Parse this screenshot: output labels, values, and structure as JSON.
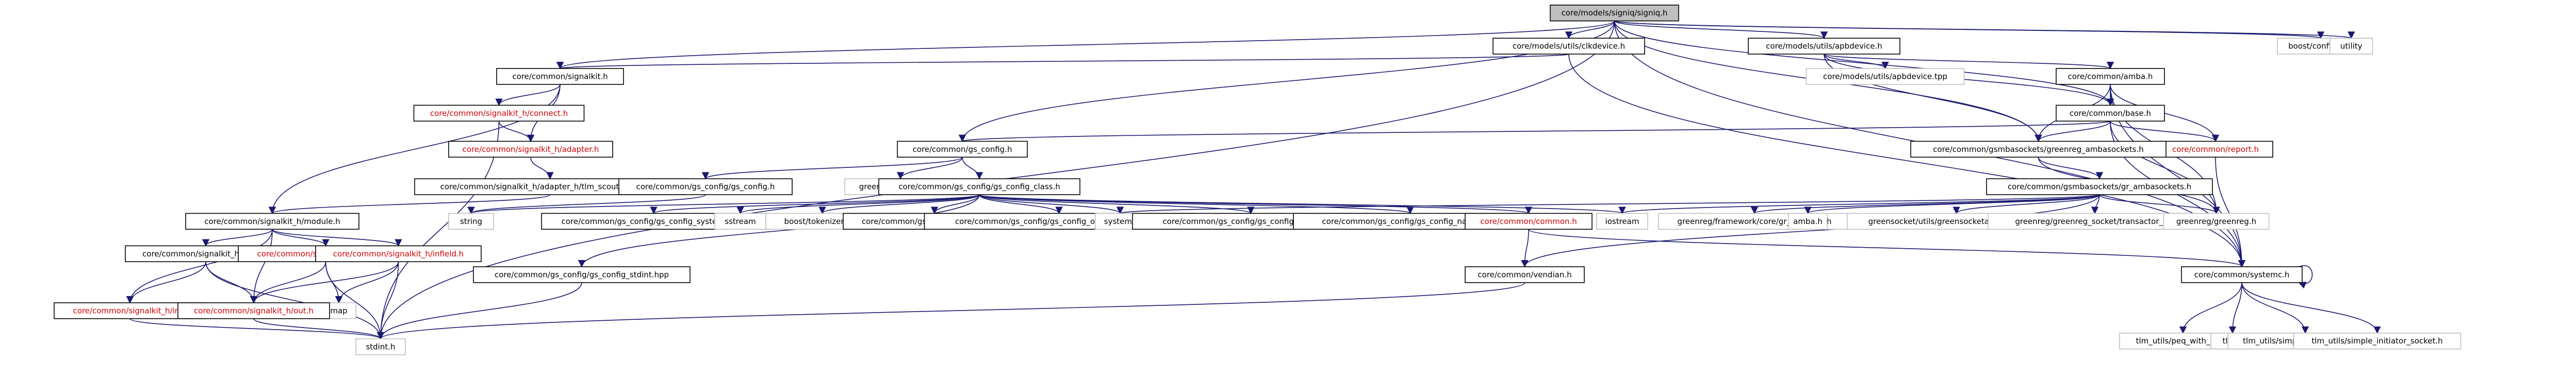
{
  "graph": {
    "root": "core/models/signiq/signiq.h",
    "nodes": [
      {
        "id": "root",
        "label": "core/models/signiq/signiq.h",
        "kind": "root"
      },
      {
        "id": "boostcfg",
        "label": "boost/config.hpp",
        "kind": "external"
      },
      {
        "id": "utility",
        "label": "utility",
        "kind": "external"
      },
      {
        "id": "clkdevice",
        "label": "core/models/utils/clkdevice.h",
        "kind": "normal"
      },
      {
        "id": "apbdevice",
        "label": "core/models/utils/apbdevice.h",
        "kind": "normal"
      },
      {
        "id": "apbdevicetpp",
        "label": "core/models/utils/apbdevice.tpp",
        "kind": "external"
      },
      {
        "id": "signalkit",
        "label": "core/common/signalkit.h",
        "kind": "normal"
      },
      {
        "id": "amba",
        "label": "core/common/amba.h",
        "kind": "normal"
      },
      {
        "id": "skconnect",
        "label": "core/common/signalkit_h/connect.h",
        "kind": "missing"
      },
      {
        "id": "skadapter",
        "label": "core/common/signalkit_h/adapter.h",
        "kind": "missing"
      },
      {
        "id": "base",
        "label": "core/common/base.h",
        "kind": "normal"
      },
      {
        "id": "gsconfig",
        "label": "core/common/gs_config.h",
        "kind": "normal"
      },
      {
        "id": "report",
        "label": "core/common/report.h",
        "kind": "missing"
      },
      {
        "id": "greenamba",
        "label": "core/common/gsmbasockets/greenreg_ambasockets.h",
        "kind": "normal"
      },
      {
        "id": "tlmadapter",
        "label": "core/common/signalkit_h/adapter_h/tlm_scout_adapter.h",
        "kind": "normal"
      },
      {
        "id": "gsconfigf",
        "label": "core/common/gs_config/gs_config.h",
        "kind": "normal"
      },
      {
        "id": "greencontrol",
        "label": "greencontrol/config.h",
        "kind": "external"
      },
      {
        "id": "gsconfigclass",
        "label": "core/common/gs_config/gs_config_class.h",
        "kind": "normal"
      },
      {
        "id": "grambasockets",
        "label": "core/common/gsmbasockets/gr_ambasockets.h",
        "kind": "normal"
      },
      {
        "id": "skmodule",
        "label": "core/common/signalkit_h/module.h",
        "kind": "normal"
      },
      {
        "id": "string",
        "label": "string",
        "kind": "external"
      },
      {
        "id": "gsconfigsystemc",
        "label": "core/common/gs_config/gs_config_systemc.hpp",
        "kind": "normal"
      },
      {
        "id": "sstream",
        "label": "sstream",
        "kind": "external"
      },
      {
        "id": "boosttokenizer",
        "label": "boost/tokenizer.hpp",
        "kind": "external"
      },
      {
        "id": "gsconfigt",
        "label": "core/common/gs_config/gs_config_t.h",
        "kind": "normal"
      },
      {
        "id": "gsconfigopmacros",
        "label": "core/common/gs_config/gs_config_operator_macros.h",
        "kind": "normal"
      },
      {
        "id": "systemc",
        "label": "systemc",
        "kind": "external"
      },
      {
        "id": "gsconfigdelegate",
        "label": "core/common/gs_config/gs_config_delegate.h",
        "kind": "normal"
      },
      {
        "id": "gsconfignative",
        "label": "core/common/gs_config/gs_config_native.hpp",
        "kind": "normal"
      },
      {
        "id": "common",
        "label": "core/common/common.h",
        "kind": "missing"
      },
      {
        "id": "iostream",
        "label": "iostream",
        "kind": "external"
      },
      {
        "id": "grcommon",
        "label": "greenreg/framework/core/gr_common.h",
        "kind": "external"
      },
      {
        "id": "ambah",
        "label": "amba.h",
        "kind": "external"
      },
      {
        "id": "greensocket",
        "label": "greensocket/utils/greensocketaddress_base.h",
        "kind": "external"
      },
      {
        "id": "greenregtl",
        "label": "greenreg/greenreg_socket/transactor_if.h",
        "kind": "external"
      },
      {
        "id": "greenreg",
        "label": "greenreg/greenreg.h",
        "kind": "external"
      },
      {
        "id": "skinput",
        "label": "core/common/signalkit_h/input.h",
        "kind": "normal"
      },
      {
        "id": "skselector",
        "label": "core/common/signalkit_h/selector.h",
        "kind": "missing"
      },
      {
        "id": "skinfield",
        "label": "core/common/signalkit_h/infield.h",
        "kind": "missing"
      },
      {
        "id": "gsconfigstdint",
        "label": "core/common/gs_config/gs_config_stdint.hpp",
        "kind": "normal"
      },
      {
        "id": "vendian",
        "label": "core/common/vendian.h",
        "kind": "normal"
      },
      {
        "id": "systemch",
        "label": "core/common/systemc.h",
        "kind": "normal"
      },
      {
        "id": "map",
        "label": "map",
        "kind": "external"
      },
      {
        "id": "skin",
        "label": "core/common/signalkit_h/in.h",
        "kind": "missing"
      },
      {
        "id": "skout",
        "label": "core/common/signalkit_h/out.h",
        "kind": "missing"
      },
      {
        "id": "stdint",
        "label": "stdint.h",
        "kind": "external"
      },
      {
        "id": "tlmpeq",
        "label": "tlm_utils/peq_with_get.h",
        "kind": "external"
      },
      {
        "id": "tlmh",
        "label": "tlm.h",
        "kind": "external"
      },
      {
        "id": "tlmsimpletarget",
        "label": "tlm_utils/simple_target_socket.h",
        "kind": "external"
      },
      {
        "id": "tlmsimpleinit",
        "label": "tlm_utils/simple_initiator_socket.h",
        "kind": "external"
      }
    ],
    "edges": [
      [
        "root",
        "clkdevice"
      ],
      [
        "root",
        "apbdevice"
      ],
      [
        "root",
        "boostcfg"
      ],
      [
        "root",
        "utility"
      ],
      [
        "root",
        "signalkit"
      ],
      [
        "root",
        "gsconfig"
      ],
      [
        "root",
        "greenamba"
      ],
      [
        "root",
        "base"
      ],
      [
        "root",
        "systemch"
      ],
      [
        "root",
        "stdint"
      ],
      [
        "clkdevice",
        "signalkit"
      ],
      [
        "clkdevice",
        "systemch"
      ],
      [
        "apbdevice",
        "apbdevicetpp"
      ],
      [
        "apbdevice",
        "amba"
      ],
      [
        "apbdevice",
        "base"
      ],
      [
        "apbdevice",
        "greenamba"
      ],
      [
        "signalkit",
        "skconnect"
      ],
      [
        "signalkit",
        "skadapter"
      ],
      [
        "signalkit",
        "skmodule"
      ],
      [
        "skconnect",
        "skadapter"
      ],
      [
        "skconnect",
        "stdint"
      ],
      [
        "skadapter",
        "tlmadapter"
      ],
      [
        "tlmadapter",
        "skmodule"
      ],
      [
        "amba",
        "base"
      ],
      [
        "amba",
        "report"
      ],
      [
        "amba",
        "greenamba"
      ],
      [
        "amba",
        "greenreg"
      ],
      [
        "amba",
        "systemch"
      ],
      [
        "base",
        "gsconfig"
      ],
      [
        "base",
        "report"
      ],
      [
        "base",
        "greenamba"
      ],
      [
        "base",
        "greenreg"
      ],
      [
        "base",
        "systemch"
      ],
      [
        "report",
        "systemch"
      ],
      [
        "gsconfig",
        "gsconfigf"
      ],
      [
        "gsconfig",
        "greencontrol"
      ],
      [
        "gsconfig",
        "gsconfigclass"
      ],
      [
        "gsconfigf",
        "string"
      ],
      [
        "greenamba",
        "grambasockets"
      ],
      [
        "greenamba",
        "greenreg"
      ],
      [
        "gsconfigclass",
        "string"
      ],
      [
        "gsconfigclass",
        "gsconfigsystemc"
      ],
      [
        "gsconfigclass",
        "sstream"
      ],
      [
        "gsconfigclass",
        "boosttokenizer"
      ],
      [
        "gsconfigclass",
        "gsconfigt"
      ],
      [
        "gsconfigclass",
        "gsconfigopmacros"
      ],
      [
        "gsconfigclass",
        "systemc"
      ],
      [
        "gsconfigclass",
        "gsconfigdelegate"
      ],
      [
        "gsconfigclass",
        "gsconfignative"
      ],
      [
        "gsconfigclass",
        "common"
      ],
      [
        "gsconfigclass",
        "iostream"
      ],
      [
        "gsconfigclass",
        "gsconfigstdint"
      ],
      [
        "grambasockets",
        "systemc"
      ],
      [
        "grambasockets",
        "iostream"
      ],
      [
        "grambasockets",
        "grcommon"
      ],
      [
        "grambasockets",
        "ambah"
      ],
      [
        "grambasockets",
        "greensocket"
      ],
      [
        "grambasockets",
        "greenregtl"
      ],
      [
        "grambasockets",
        "greenreg"
      ],
      [
        "grambasockets",
        "vendian"
      ],
      [
        "common",
        "vendian"
      ],
      [
        "common",
        "systemch"
      ],
      [
        "skmodule",
        "skinput"
      ],
      [
        "skmodule",
        "skselector"
      ],
      [
        "skmodule",
        "skinfield"
      ],
      [
        "skmodule",
        "skin"
      ],
      [
        "skmodule",
        "skout"
      ],
      [
        "skinput",
        "skin"
      ],
      [
        "skinput",
        "skout"
      ],
      [
        "skinput",
        "stdint"
      ],
      [
        "skselector",
        "skout"
      ],
      [
        "skselector",
        "map"
      ],
      [
        "skselector",
        "stdint"
      ],
      [
        "skinfield",
        "skout"
      ],
      [
        "skinfield",
        "map"
      ],
      [
        "skinfield",
        "stdint"
      ],
      [
        "skin",
        "stdint"
      ],
      [
        "skout",
        "stdint"
      ],
      [
        "gsconfigstdint",
        "stdint"
      ],
      [
        "vendian",
        "stdint"
      ],
      [
        "systemch",
        "systemch"
      ],
      [
        "systemch",
        "tlmpeq"
      ],
      [
        "systemch",
        "tlmh"
      ],
      [
        "systemch",
        "tlmsimpletarget"
      ],
      [
        "systemch",
        "tlmsimpleinit"
      ]
    ]
  }
}
